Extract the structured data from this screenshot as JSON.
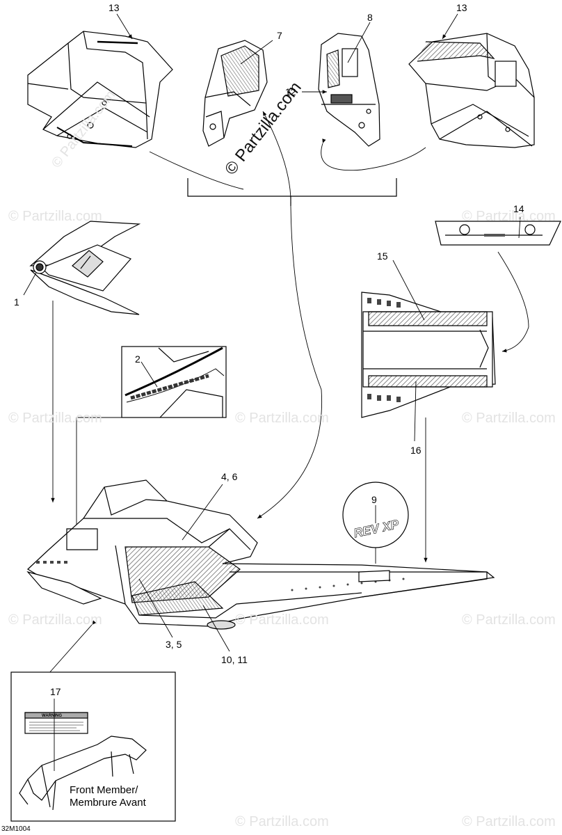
{
  "watermark": {
    "main": "© Partzilla.com",
    "faint": "© Partzilla.com"
  },
  "callouts": {
    "c1": "1",
    "c2": "2",
    "c3_5": "3, 5",
    "c4_6": "4, 6",
    "c7": "7",
    "c8": "8",
    "c9": "9",
    "c10_11": "10, 11",
    "c12": "12",
    "c13_left": "13",
    "c13_right": "13",
    "c14": "14",
    "c15": "15",
    "c16": "16",
    "c17": "17"
  },
  "inset": {
    "caption_line1": "Front Member/",
    "caption_line2": "Membrure Avant",
    "warning_title": "WARNING"
  },
  "badge_text": "REV XP",
  "figure_code": "32M1004"
}
